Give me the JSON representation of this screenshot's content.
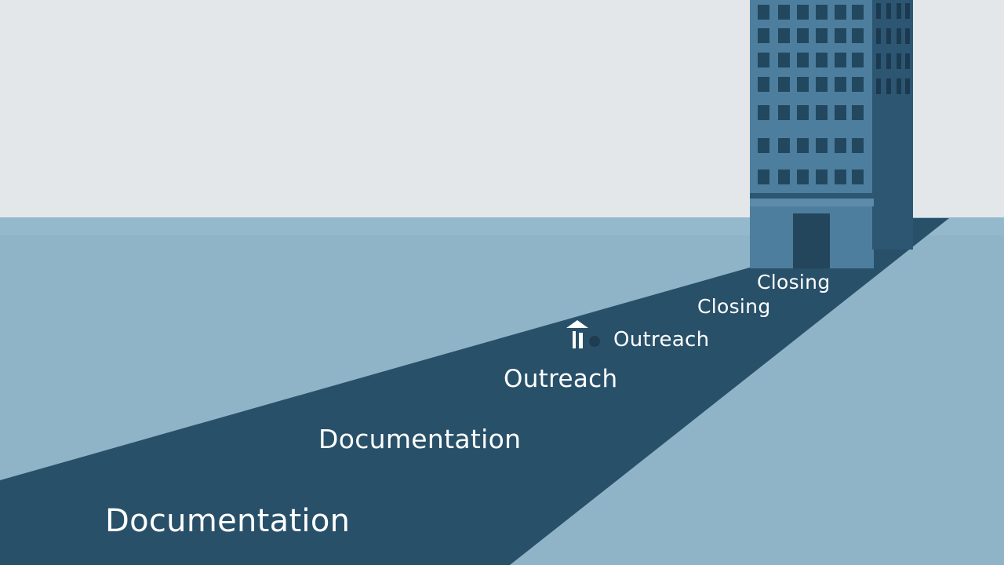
{
  "diagram": {
    "path_labels": {
      "documentation_near": "Documentation",
      "documentation_far": "Documentation",
      "outreach_near": "Outreach",
      "outreach_far": "Outreach",
      "closing_near": "Closing",
      "closing_far": "Closing"
    },
    "icons": [
      "small-figure-icon",
      "building-icon"
    ],
    "colors": {
      "sky": "#e3e7ea",
      "ground": "#8fb4c8",
      "path": "#285069",
      "building_front": "#4e7e9e",
      "building_side": "#2d5673",
      "window": "#21485f"
    }
  }
}
